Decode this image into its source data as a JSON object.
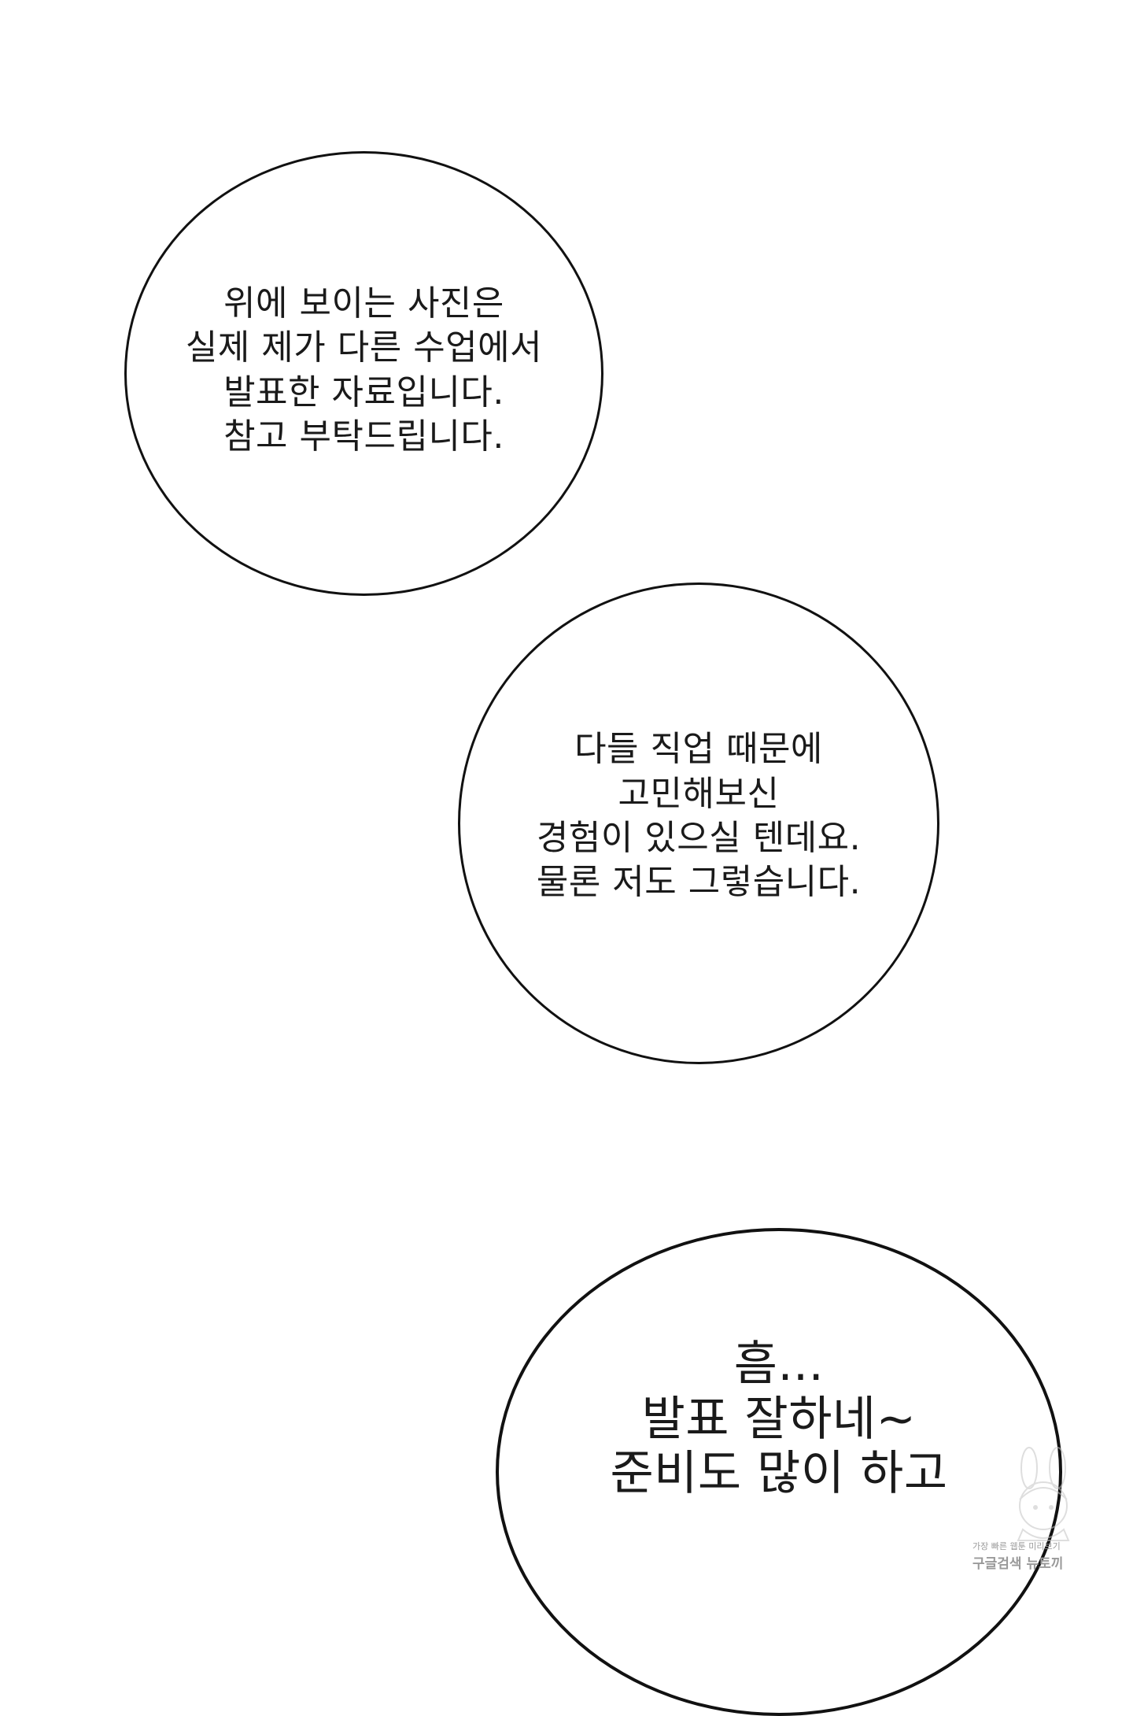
{
  "bubbles": [
    {
      "lines": [
        "위에 보이는 사진은",
        "실제 제가 다른 수업에서",
        "발표한 자료입니다.",
        "참고 부탁드립니다."
      ]
    },
    {
      "lines": [
        "다들 직업 때문에",
        "고민해보신",
        "경험이 있으실 텐데요.",
        "물론 저도 그렇습니다."
      ]
    },
    {
      "lines": [
        "흠...",
        "발표 잘하네~",
        "준비도 많이 하고"
      ]
    }
  ],
  "watermark": {
    "line1": "가장 빠른 웹툰 미리보기",
    "line2": "구글검색 뉴토끼",
    "icon": "bunny-mascot-icon"
  }
}
